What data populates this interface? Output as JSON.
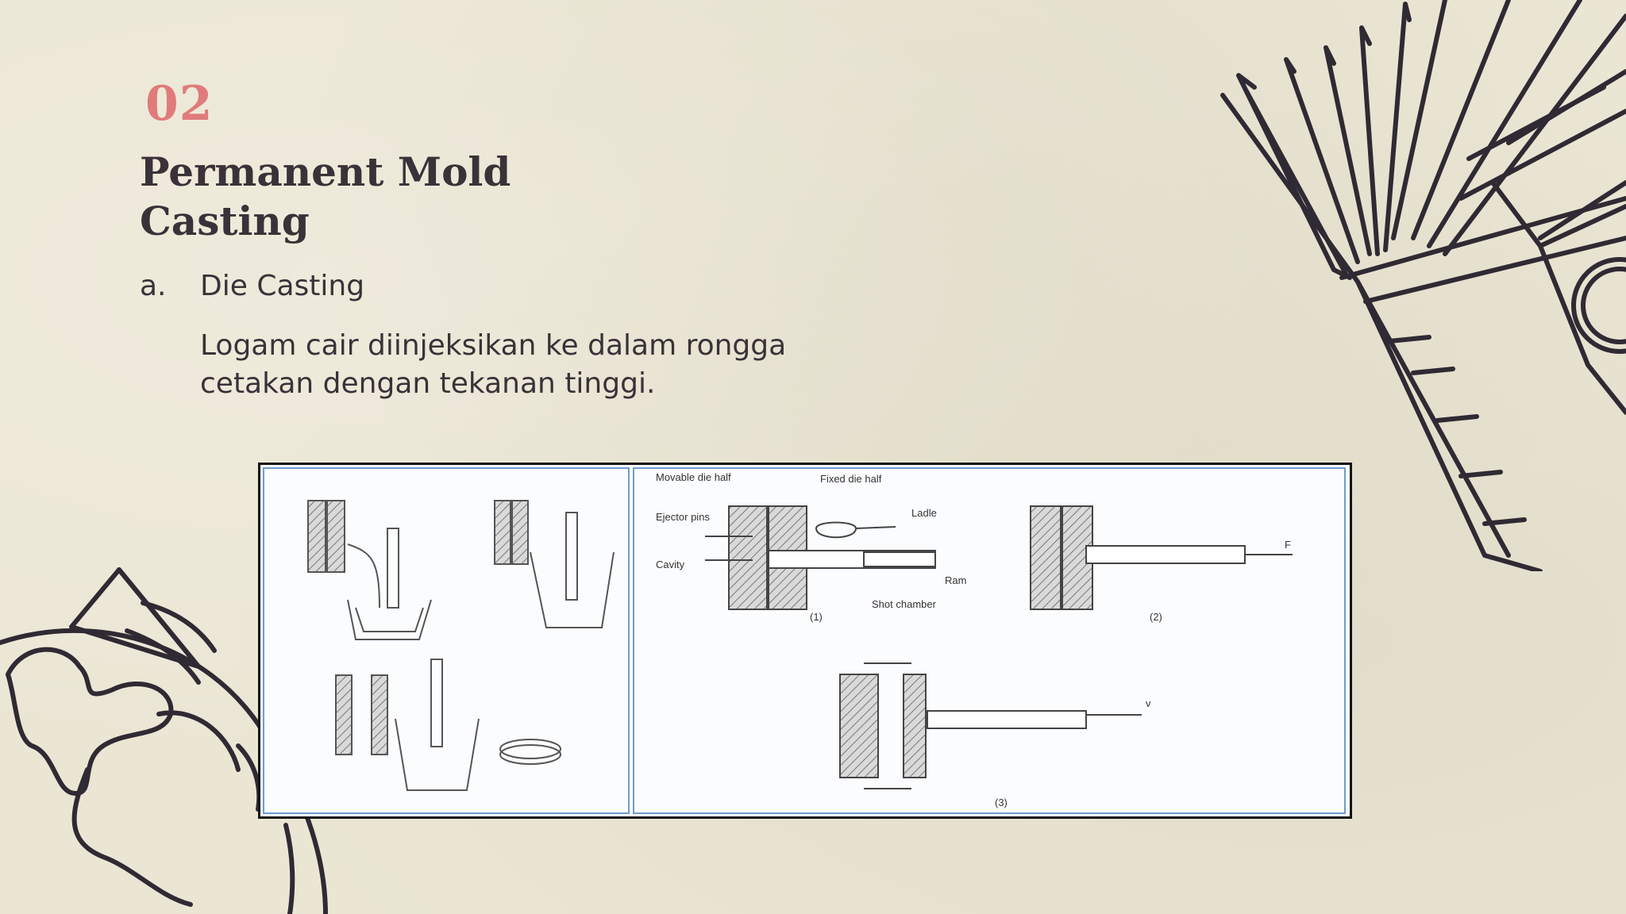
{
  "slide": {
    "number": "02",
    "title_line1": "Permanent Mold",
    "title_line2": "Casting",
    "list_marker": "a.",
    "list_heading": "Die Casting",
    "body_line1": "Logam cair diinjeksikan ke dalam rongga",
    "body_line2": "cetakan dengan tekanan tinggi."
  },
  "figure": {
    "labels": {
      "movable_die_half": "Movable die half",
      "fixed_die_half": "Fixed die half",
      "ejector_pins": "Ejector pins",
      "ladle": "Ladle",
      "cavity": "Cavity",
      "ram": "Ram",
      "shot_chamber": "Shot chamber",
      "step1": "(1)",
      "step2": "(2)",
      "step3": "(3)",
      "force": "F",
      "velocity": "v"
    }
  },
  "colors": {
    "background": "#ebe6d4",
    "accent": "#e07b7b",
    "text": "#3a3238",
    "line_art": "#2f2a33"
  },
  "decorations": [
    "open-book-drawing",
    "globe-drawing"
  ]
}
